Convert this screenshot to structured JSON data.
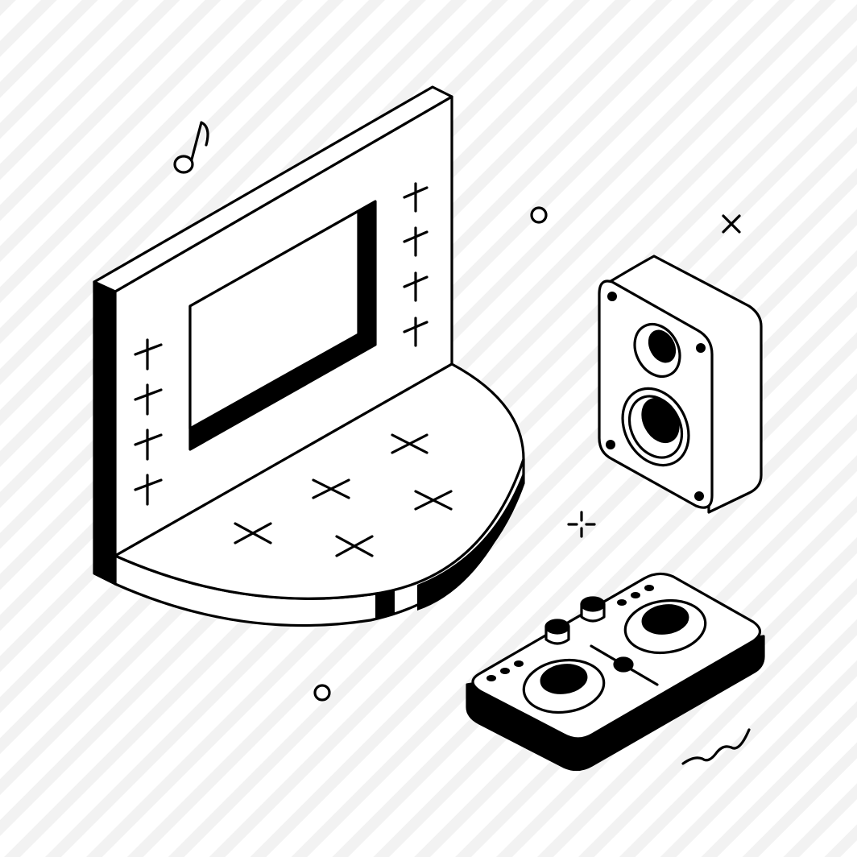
{
  "scene": {
    "style": "isometric black line-art illustration",
    "background": {
      "pattern": "diagonal-stripes",
      "stripe_color": "#f2f2f2",
      "base_color": "#ffffff"
    },
    "ink_color": "#000000",
    "objects": [
      {
        "name": "touchscreen-kiosk",
        "parts": [
          "screen",
          "side-buttons",
          "half-round-desk",
          "cross-marks"
        ]
      },
      {
        "name": "speaker",
        "parts": [
          "tweeter",
          "woofer",
          "corner-screws"
        ]
      },
      {
        "name": "dj-controller",
        "parts": [
          "jog-wheel-left",
          "jog-wheel-right",
          "crossfader",
          "knobs",
          "indicator-dots"
        ]
      }
    ],
    "decorations": [
      "music-note-icon",
      "small-circle-icon",
      "sparkle-icon",
      "squiggle-icon"
    ]
  }
}
